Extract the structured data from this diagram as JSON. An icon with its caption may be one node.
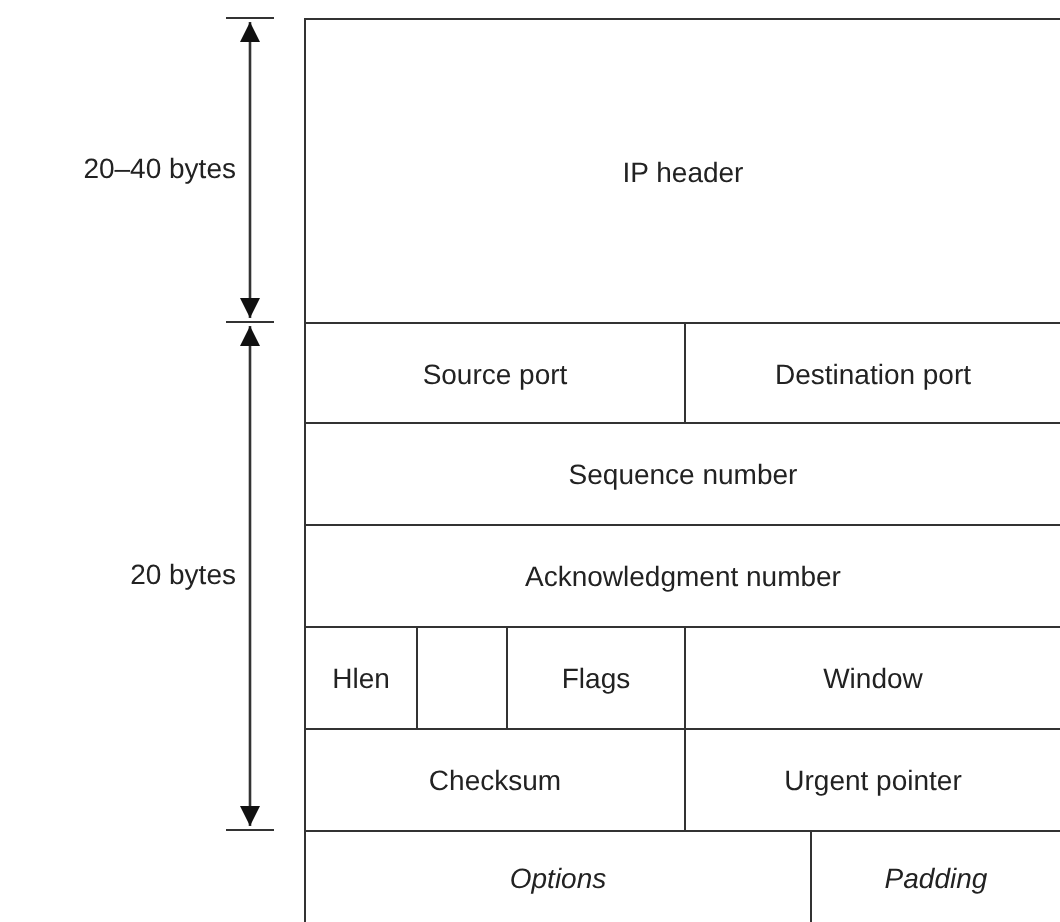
{
  "diagram": {
    "nodes": [
      {
        "text": [
          "IP header"
        ]
      },
      {
        "text": [
          "Source port"
        ]
      },
      {
        "text": [
          "Destination port"
        ]
      },
      {
        "text": [
          "Sequence number"
        ]
      },
      {
        "text": [
          "Acknowledgment number"
        ]
      },
      {
        "text": [
          "Hlen"
        ]
      },
      {
        "text": [],
        "shape": "box"
      },
      {
        "text": [
          "Flags"
        ]
      },
      {
        "text": [
          "Window"
        ]
      },
      {
        "text": [
          "Checksum"
        ]
      },
      {
        "text": [
          "Urgent pointer"
        ]
      },
      {
        "text": [
          "Options"
        ]
      },
      {
        "text": [
          "Padding"
        ]
      }
    ],
    "labels": [
      "20–40 bytes",
      "20 bytes"
    ]
  }
}
